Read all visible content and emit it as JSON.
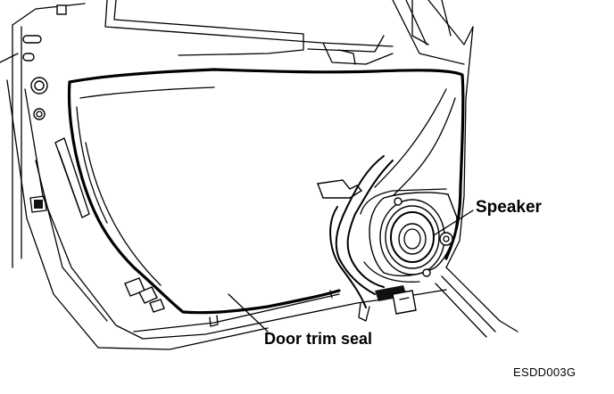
{
  "labels": {
    "speaker": "Speaker",
    "door_trim_seal": "Door trim seal",
    "figure_code": "ESDD003G"
  },
  "colors": {
    "ink": "#000000",
    "paper": "#ffffff"
  }
}
